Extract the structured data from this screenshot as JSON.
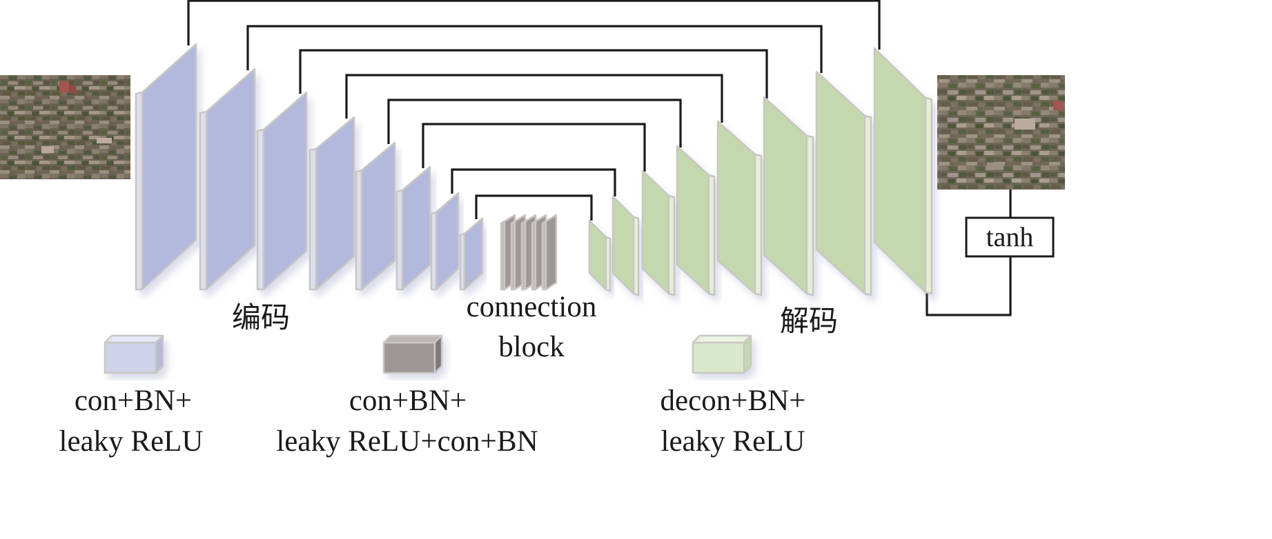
{
  "encoder_label": "编码",
  "decoder_label": "解码",
  "bottleneck_label": [
    "connection",
    "block"
  ],
  "output_activation": "tanh",
  "legend": [
    {
      "kind": "encoder",
      "lines": [
        "con+BN+",
        "leaky ReLU"
      ],
      "color": "#b3b9dc"
    },
    {
      "kind": "connection",
      "lines": [
        "con+BN+",
        "leaky ReLU+con+BN"
      ],
      "color": "#9d9796"
    },
    {
      "kind": "decoder",
      "lines": [
        "decon+BN+",
        "leaky ReLU"
      ],
      "color": "#c3d9ad"
    }
  ],
  "colors": {
    "encoder_face": "#b3b9dc",
    "encoder_side": "#dcdff0",
    "decoder_face": "#c3d9ad",
    "decoder_side": "#e4efd8",
    "connection_face": "#9d9796",
    "connection_side": "#bfb9b8",
    "block_edge": "#c9c6c3",
    "line": "#1a1a1a"
  },
  "images": {
    "input": "satellite-image-input",
    "output": "satellite-image-output"
  }
}
